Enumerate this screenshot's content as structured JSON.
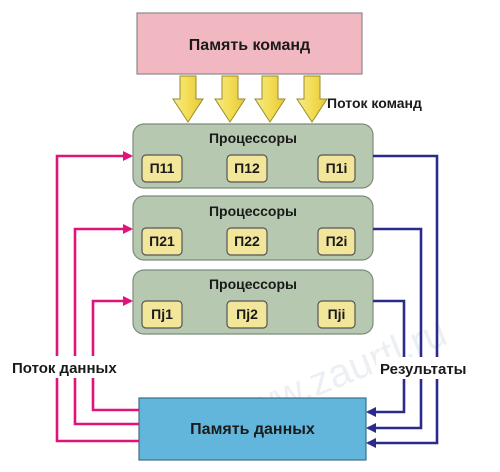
{
  "instruction_memory": {
    "label": "Память команд"
  },
  "instruction_stream_label": "Поток команд",
  "processor_rows": [
    {
      "title": "Процессоры",
      "cells": [
        "П11",
        "П12",
        "П1i"
      ]
    },
    {
      "title": "Процессоры",
      "cells": [
        "П21",
        "П22",
        "П2i"
      ]
    },
    {
      "title": "Процессоры",
      "cells": [
        "Пj1",
        "Пj2",
        "Пji"
      ]
    }
  ],
  "data_memory": {
    "label": "Память данных"
  },
  "data_stream_label": "Поток данных",
  "results_label": "Результаты",
  "watermark": "www.zaurtl.ru",
  "colors": {
    "instruction_memory_fill": "#f2b8c1",
    "processor_panel_fill": "#b7c8b0",
    "processor_cell_fill": "#f2e69a",
    "data_memory_fill": "#62b6dc",
    "data_stream_arrow": "#e0137a",
    "results_arrow": "#2b2b8c",
    "instruction_arrow_fill": "#f3e066"
  }
}
